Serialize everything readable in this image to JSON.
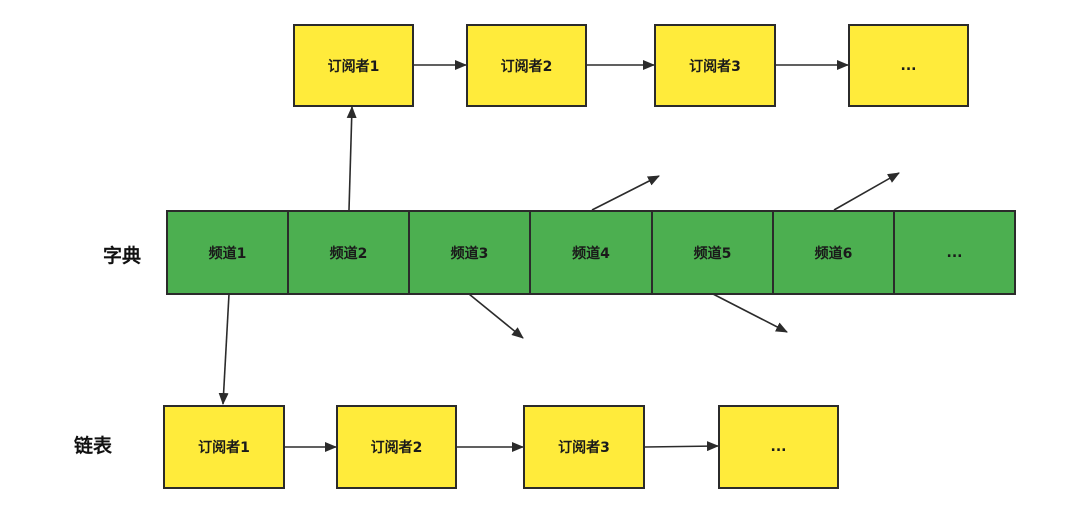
{
  "labels": {
    "dict": "字典",
    "list": "链表"
  },
  "top_list": [
    "订阅者1",
    "订阅者2",
    "订阅者3",
    "..."
  ],
  "channels": [
    "频道1",
    "频道2",
    "频道3",
    "频道4",
    "频道5",
    "频道6",
    "..."
  ],
  "bottom_list": [
    "订阅者1",
    "订阅者2",
    "订阅者3",
    "..."
  ],
  "colors": {
    "subscriber": "#ffeb3b",
    "channel": "#4caf50",
    "border": "#2b2b2b"
  }
}
